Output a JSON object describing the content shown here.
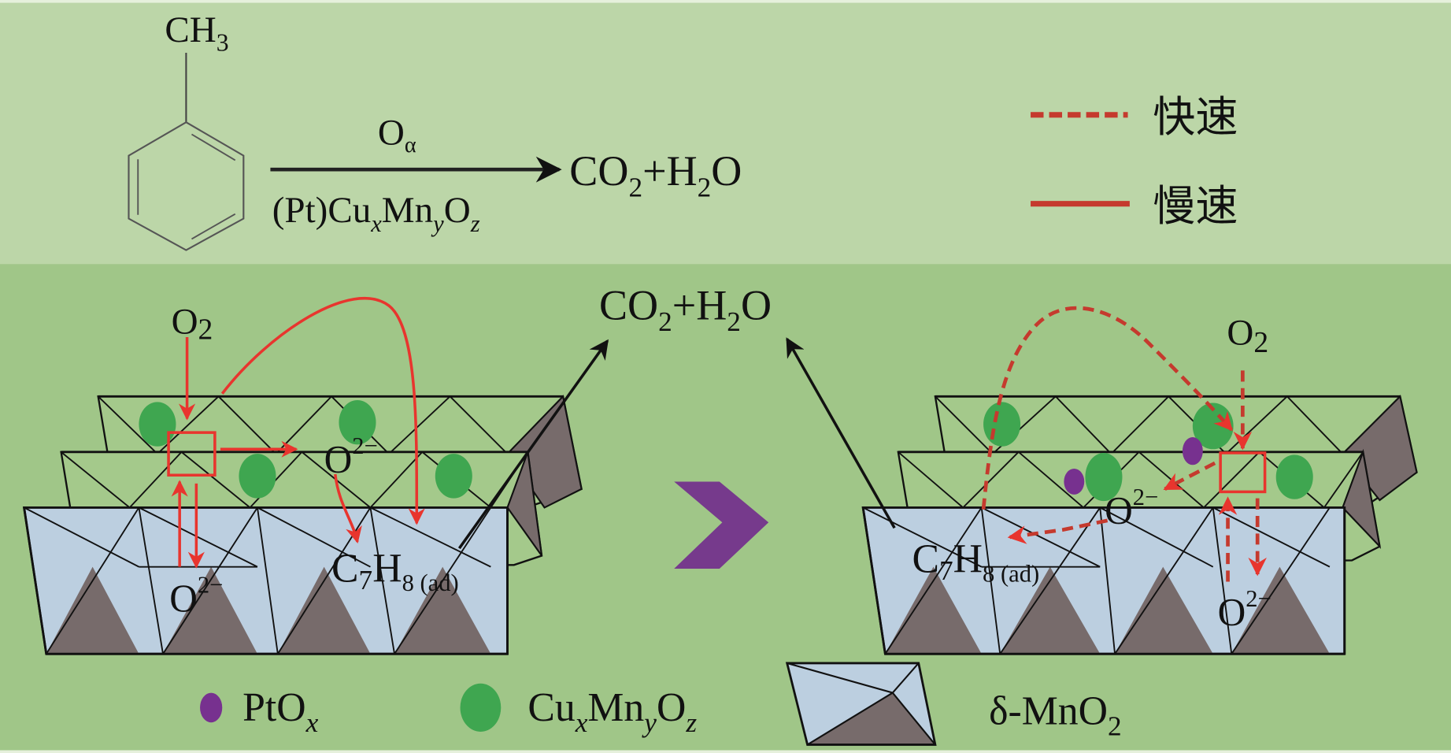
{
  "figure": {
    "colors": {
      "top_panel_bg": "#bcd6a8",
      "bottom_panel_bg": "#a0c688",
      "slow_path": "#e8352e",
      "fast_path": "#c53a2e",
      "cuxmnyoz_particle": "#3fa650",
      "ptox_particle": "#77318f",
      "mno2_face_light": "#bccfe0",
      "mno2_face_dark": "#776b6b",
      "comparison_arrow": "#763a8c"
    },
    "reaction": {
      "reactant_group": "CH",
      "reactant_group_sub": "3",
      "over_arrow": "O",
      "over_arrow_sub": "α",
      "catalyst": {
        "p1": "(Pt)Cu",
        "s1": "x",
        "p2": "Mn",
        "s2": "y",
        "p3": "O",
        "s3": "z"
      },
      "product": {
        "p1": "CO",
        "s1": "2",
        "p2": "+H",
        "s2": "2",
        "p3": "O"
      }
    },
    "path_legend": [
      {
        "style": "dashed",
        "label": "快速"
      },
      {
        "style": "solid",
        "label": "慢速"
      }
    ],
    "center_product": {
      "p1": "CO",
      "s1": "2",
      "p2": "+H",
      "s2": "2",
      "p3": "O"
    },
    "left_panel": {
      "o2": {
        "main": "O",
        "sub": "2"
      },
      "o2minus_mid": {
        "main": "O",
        "sup": "2−"
      },
      "o2minus_bottom": {
        "main": "O",
        "sup": "2−"
      },
      "toluene": {
        "main": "C",
        "s1": "7",
        "p2": "H",
        "s2": "8 (ad)"
      }
    },
    "right_panel": {
      "o2": {
        "main": "O",
        "sub": "2"
      },
      "o2minus_mid": {
        "main": "O",
        "sup": "2−"
      },
      "o2minus_bottom": {
        "main": "O",
        "sup": "2−"
      },
      "toluene": {
        "main": "C",
        "s1": "7",
        "p2": "H",
        "s2": "8 (ad)"
      }
    },
    "material_legend": [
      {
        "key": "ptox",
        "label": "PtO",
        "sub": "x"
      },
      {
        "key": "cuxmnyoz",
        "p1": "Cu",
        "s1": "x",
        "p2": "Mn",
        "s2": "y",
        "p3": "O",
        "s3": "z"
      },
      {
        "key": "mno2",
        "label": "δ-MnO",
        "sub": "2"
      }
    ]
  }
}
